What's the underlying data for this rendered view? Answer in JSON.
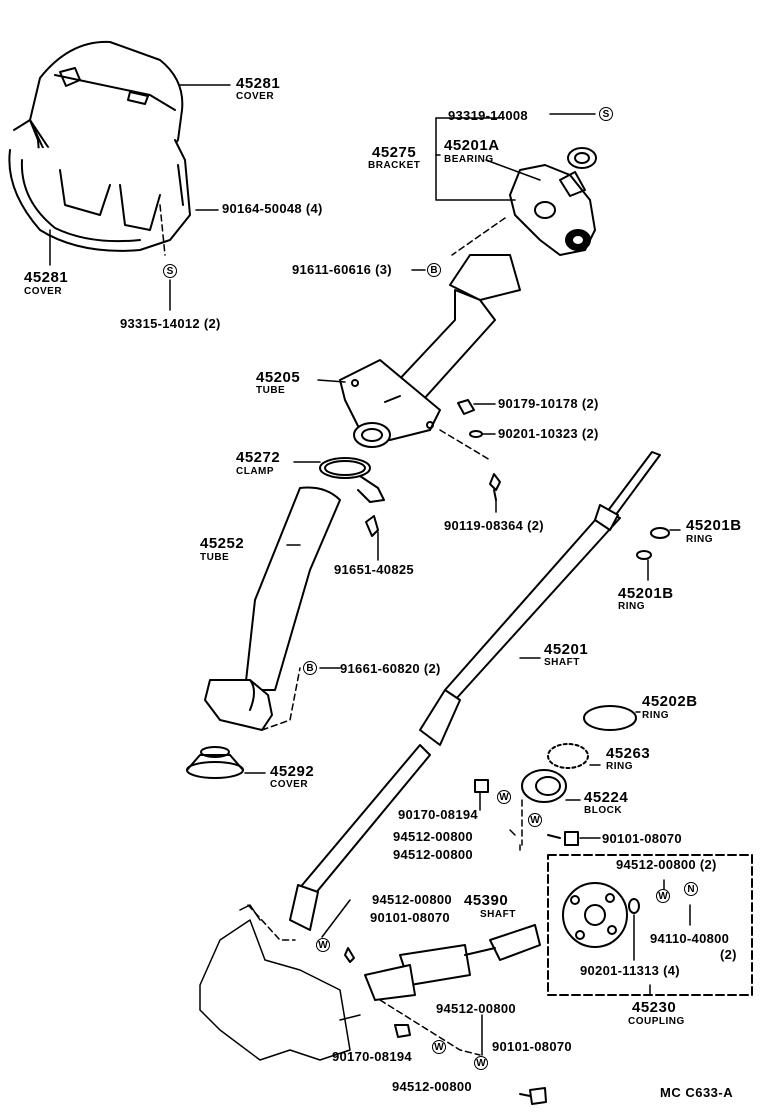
{
  "labels": {
    "p45281_top": {
      "num": "45281",
      "name": "COVER"
    },
    "p45281_bot": {
      "num": "45281",
      "name": "COVER"
    },
    "p90164": "90164-50048 (4)",
    "p93315": "93315-14012 (2)",
    "p93319": "93319-14008",
    "p45275": {
      "num": "45275",
      "name": "BRACKET"
    },
    "p45201A": {
      "num": "45201A",
      "name": "BEARING"
    },
    "p91611": "91611-60616 (3)",
    "p45205": {
      "num": "45205",
      "name": "TUBE"
    },
    "p90179": "90179-10178 (2)",
    "p90201a": "90201-10323 (2)",
    "p45272": {
      "num": "45272",
      "name": "CLAMP"
    },
    "p90119": "90119-08364 (2)",
    "p45252": {
      "num": "45252",
      "name": "TUBE"
    },
    "p91651": "91651-40825",
    "p45201B_1": {
      "num": "45201B",
      "name": "RING"
    },
    "p45201B_2": {
      "num": "45201B",
      "name": "RING"
    },
    "p45201": {
      "num": "45201",
      "name": "SHAFT"
    },
    "p91661": "91661-60820 (2)",
    "p45202B": {
      "num": "45202B",
      "name": "RING"
    },
    "p45263": {
      "num": "45263",
      "name": "RING"
    },
    "p45292": {
      "num": "45292",
      "name": "COVER"
    },
    "p45224": {
      "num": "45224",
      "name": "BLOCK"
    },
    "p90170a": "90170-08194",
    "p94512a": "94512-00800",
    "p94512b": "94512-00800",
    "p90101a": "90101-08070",
    "p94512c": "94512-00800 (2)",
    "p94512d": "94512-00800",
    "p45390": {
      "num": "45390",
      "name": "SHAFT"
    },
    "p90101b": "90101-08070",
    "p94110": "94110-40800",
    "p94110_qty": "(2)",
    "p90201b": "90201-11313 (4)",
    "p45230": {
      "num": "45230",
      "name": "COUPLING"
    },
    "p94512e": "94512-00800",
    "p90101c": "90101-08070",
    "p90170b": "90170-08194",
    "p94512f": "94512-00800",
    "code": "MC  C633-A"
  },
  "symbols": {
    "S": "S",
    "B": "B",
    "W": "W",
    "N": "N"
  }
}
